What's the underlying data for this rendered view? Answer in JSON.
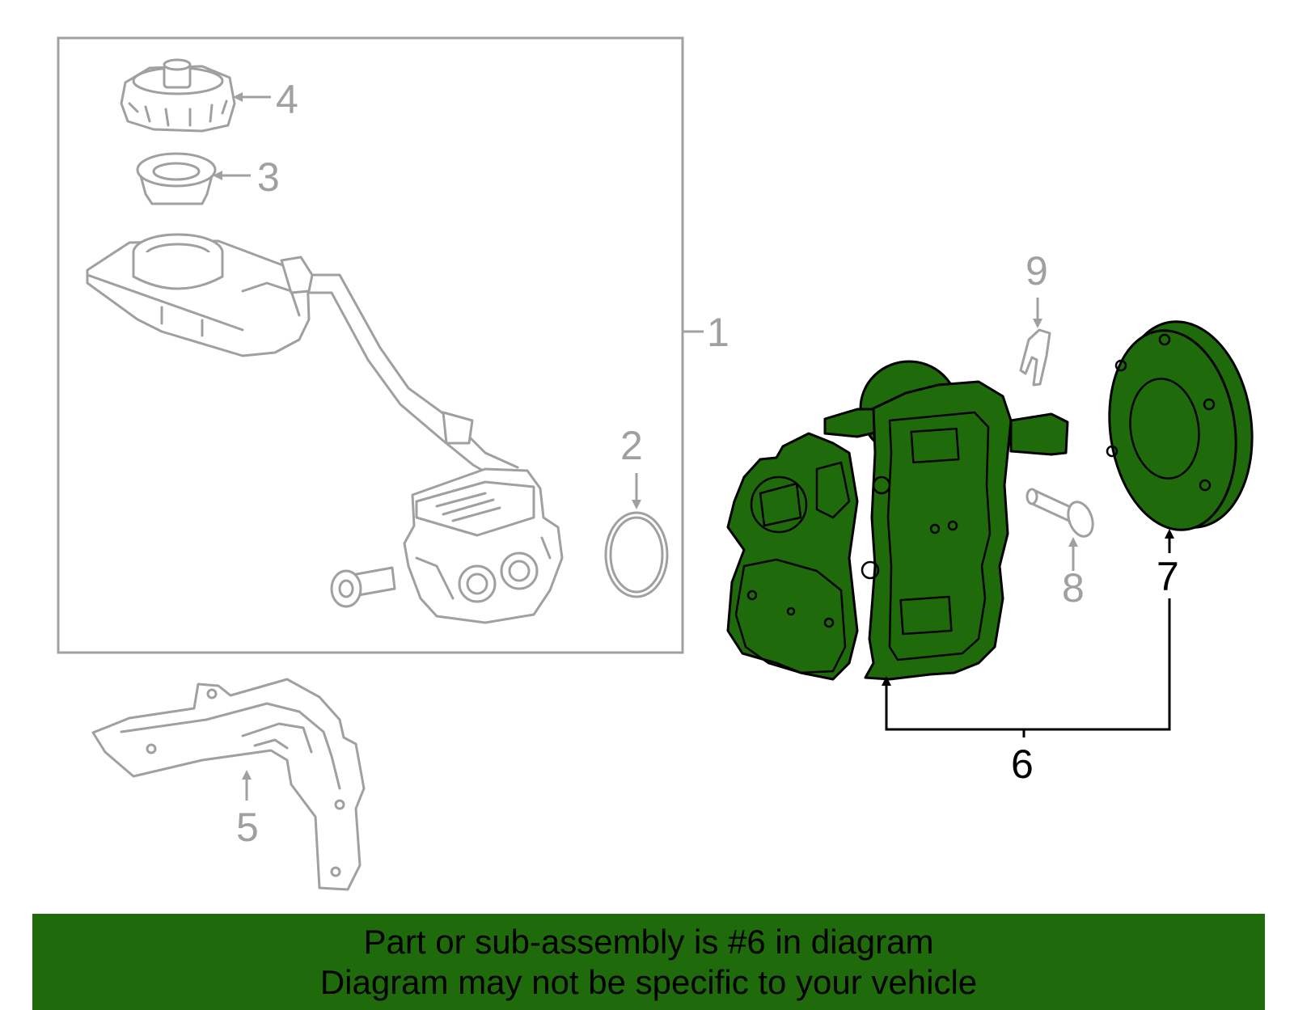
{
  "diagram": {
    "colors": {
      "highlight": "#1f6b0b",
      "muted_parts": "#a0a0a0",
      "outline": "#000000",
      "banner": "#1f6b0b"
    },
    "callouts": {
      "c1": "1",
      "c2": "2",
      "c3": "3",
      "c4": "4",
      "c5": "5",
      "c6": "6",
      "c7": "7",
      "c8": "8",
      "c9": "9"
    },
    "highlighted_part": "6"
  },
  "banner": {
    "line1": "Part or sub-assembly is #6 in diagram",
    "line2": "Diagram may not be specific to your vehicle"
  }
}
